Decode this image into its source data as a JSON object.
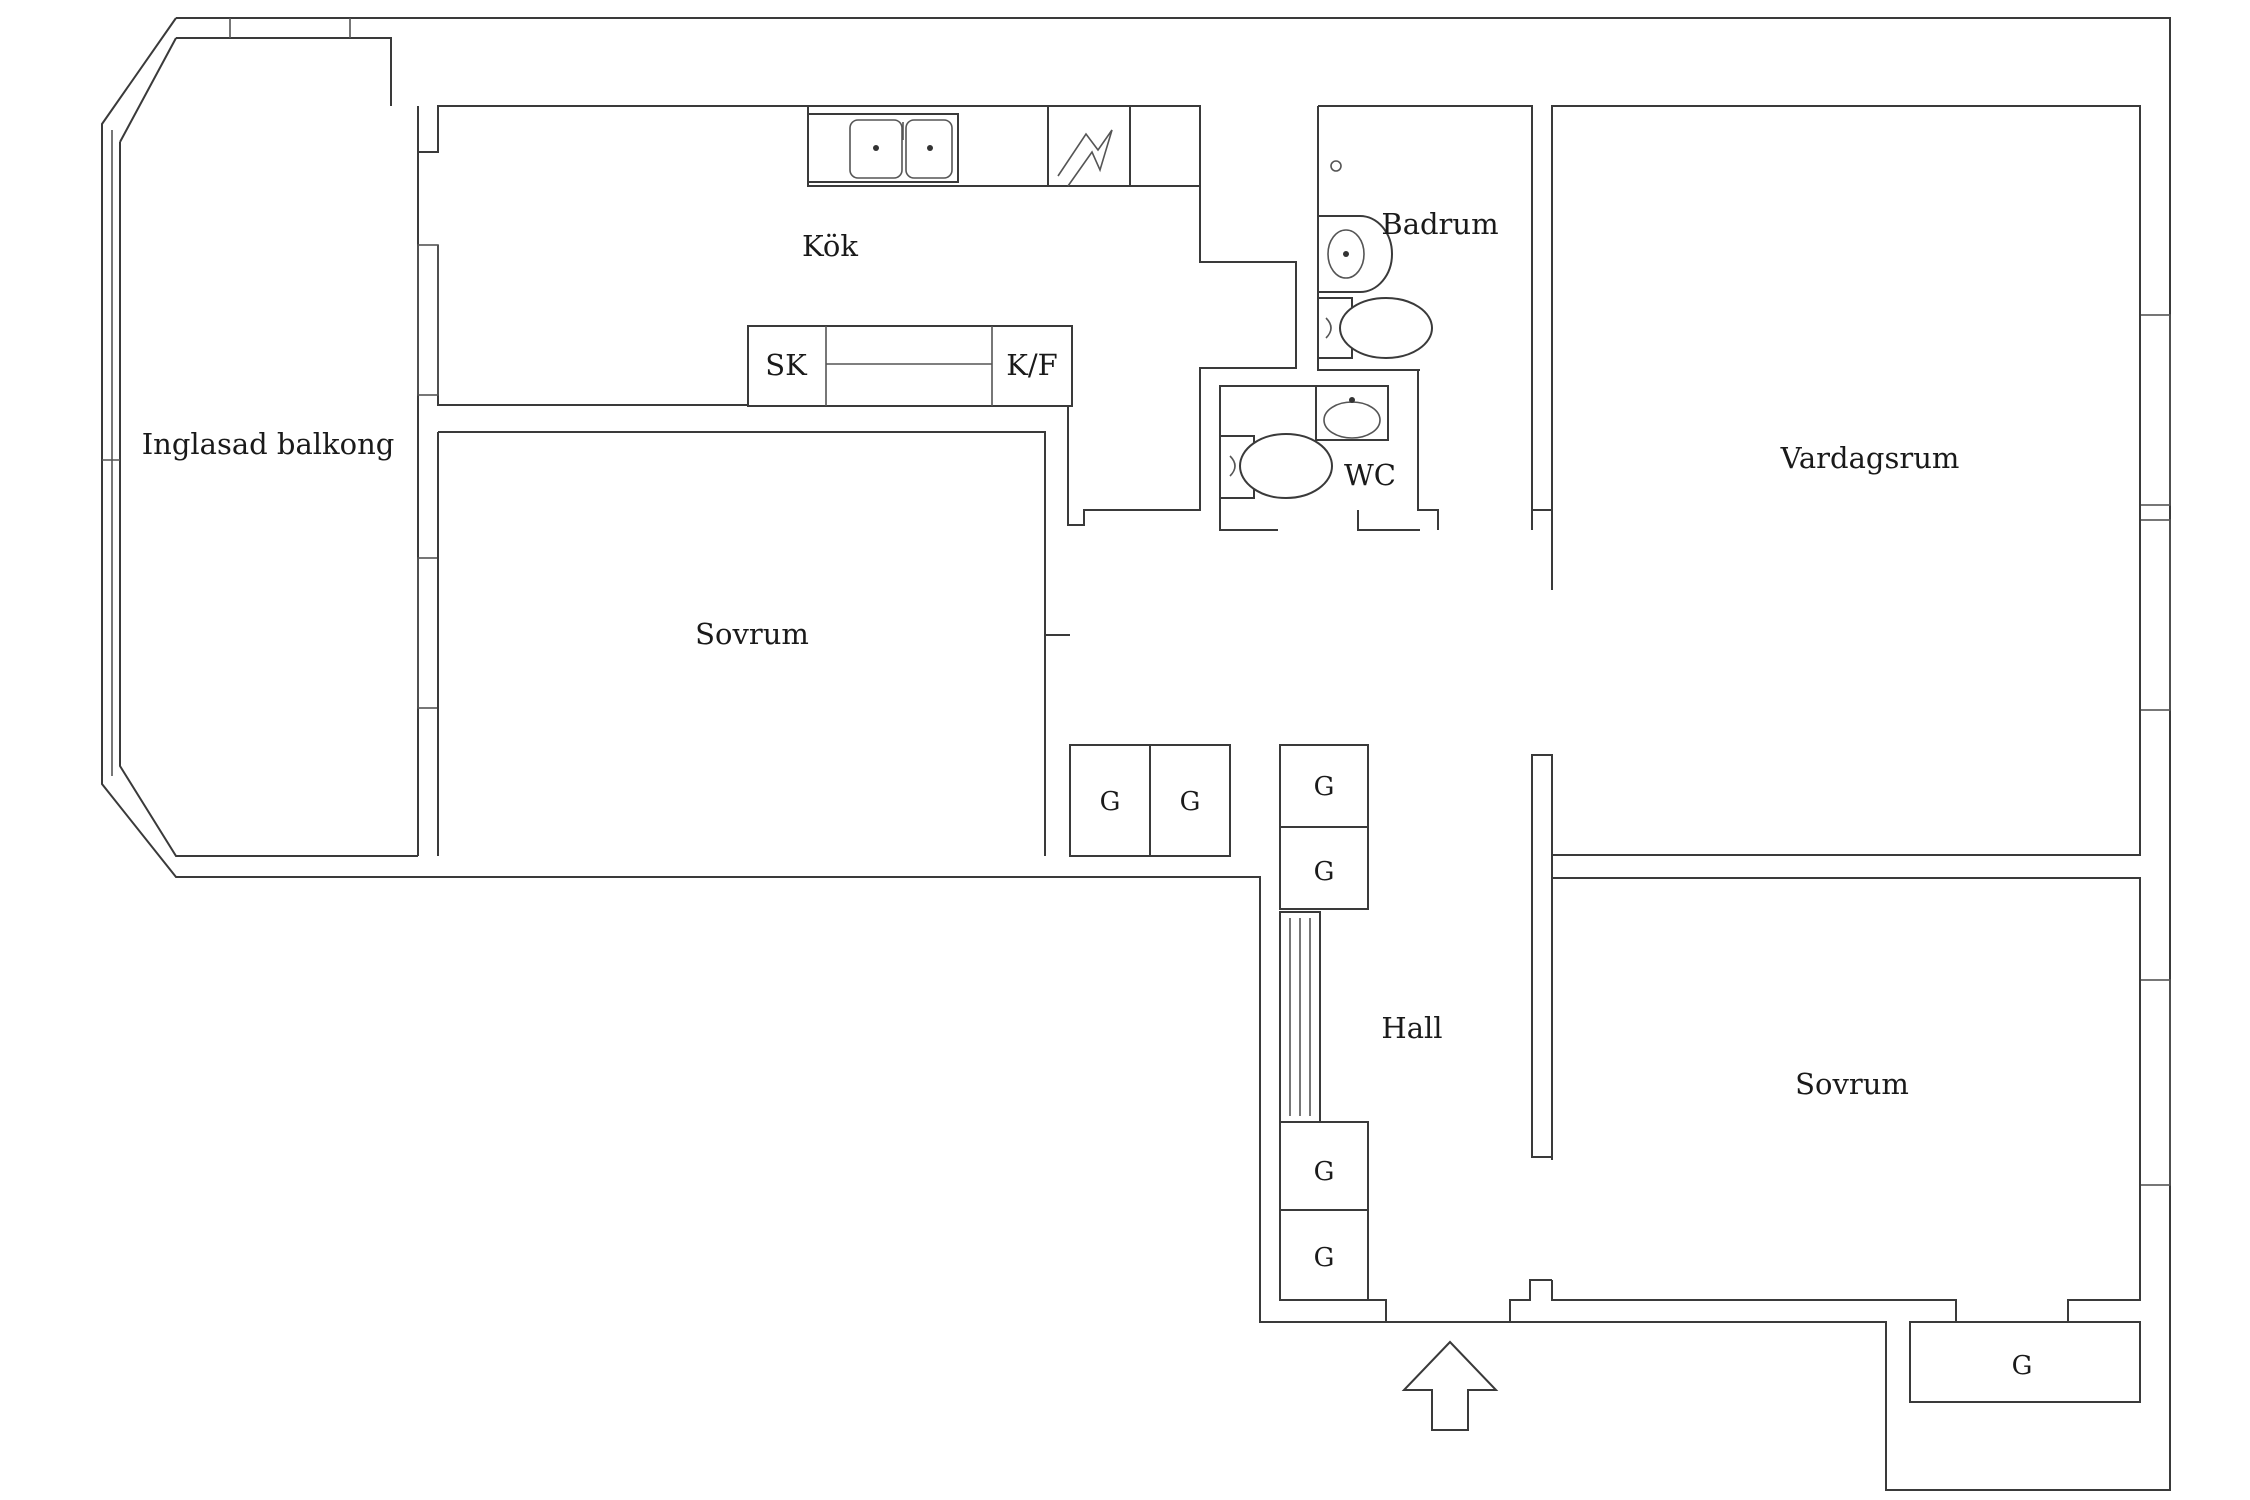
{
  "rooms": {
    "kok": "Kök",
    "badrum": "Badrum",
    "balkong": "Inglasad balkong",
    "vardagsrum": "Vardagsrum",
    "sovrum_1": "Sovrum",
    "sovrum_2": "Sovrum",
    "wc": "WC",
    "hall": "Hall"
  },
  "fixtures": {
    "sk": "SK",
    "kf": "K/F",
    "wardrobe": "G"
  }
}
